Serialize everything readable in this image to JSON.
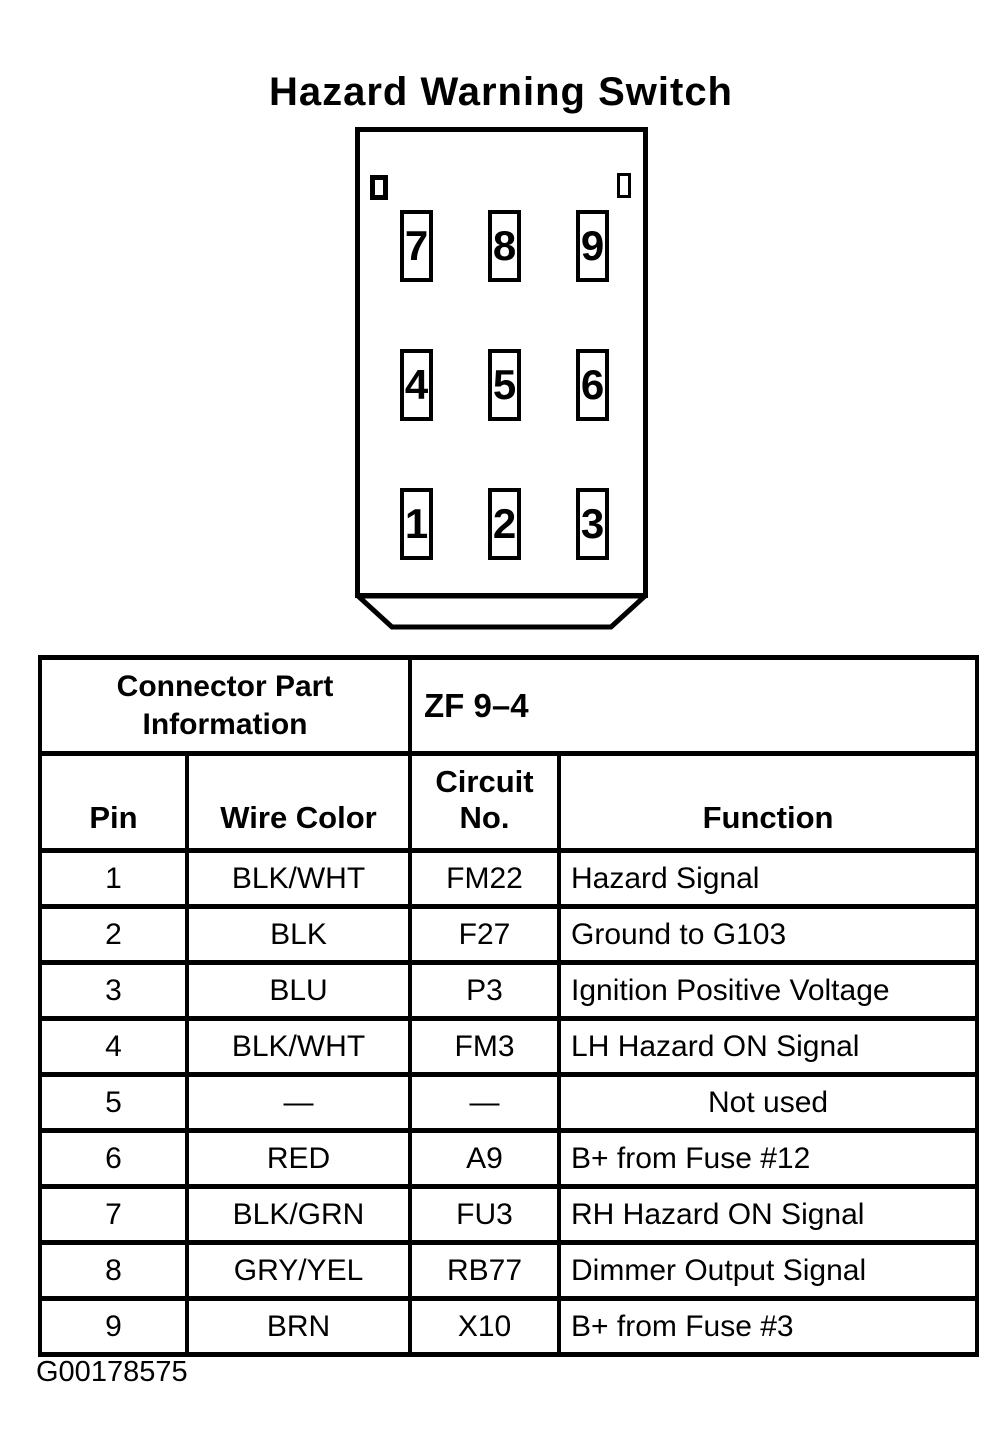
{
  "page": {
    "title": "Hazard Warning Switch",
    "figure_id": "G00178575",
    "ink_color": "#000000",
    "background_color": "#ffffff"
  },
  "connector": {
    "pin_rows": [
      [
        "7",
        "8",
        "9"
      ],
      [
        "4",
        "5",
        "6"
      ],
      [
        "1",
        "2",
        "3"
      ]
    ]
  },
  "table": {
    "part_info_header": "Connector Part Information",
    "part_number": "ZF 9–4",
    "columns": [
      "Pin",
      "Wire Color",
      "Circuit No.",
      "Function"
    ],
    "rows": [
      {
        "pin": "1",
        "wire_color": "BLK/WHT",
        "circuit_no": "FM22",
        "function": "Hazard Signal"
      },
      {
        "pin": "2",
        "wire_color": "BLK",
        "circuit_no": "F27",
        "function": "Ground to G103"
      },
      {
        "pin": "3",
        "wire_color": "BLU",
        "circuit_no": "P3",
        "function": "Ignition Positive Voltage"
      },
      {
        "pin": "4",
        "wire_color": "BLK/WHT",
        "circuit_no": "FM3",
        "function": "LH Hazard ON Signal"
      },
      {
        "pin": "5",
        "wire_color": "—",
        "circuit_no": "—",
        "function": "Not used"
      },
      {
        "pin": "6",
        "wire_color": "RED",
        "circuit_no": "A9",
        "function": "B+ from Fuse #12"
      },
      {
        "pin": "7",
        "wire_color": "BLK/GRN",
        "circuit_no": "FU3",
        "function": "RH Hazard ON Signal"
      },
      {
        "pin": "8",
        "wire_color": "GRY/YEL",
        "circuit_no": "RB77",
        "function": "Dimmer Output Signal"
      },
      {
        "pin": "9",
        "wire_color": "BRN",
        "circuit_no": "X10",
        "function": "B+ from Fuse #3"
      }
    ]
  }
}
